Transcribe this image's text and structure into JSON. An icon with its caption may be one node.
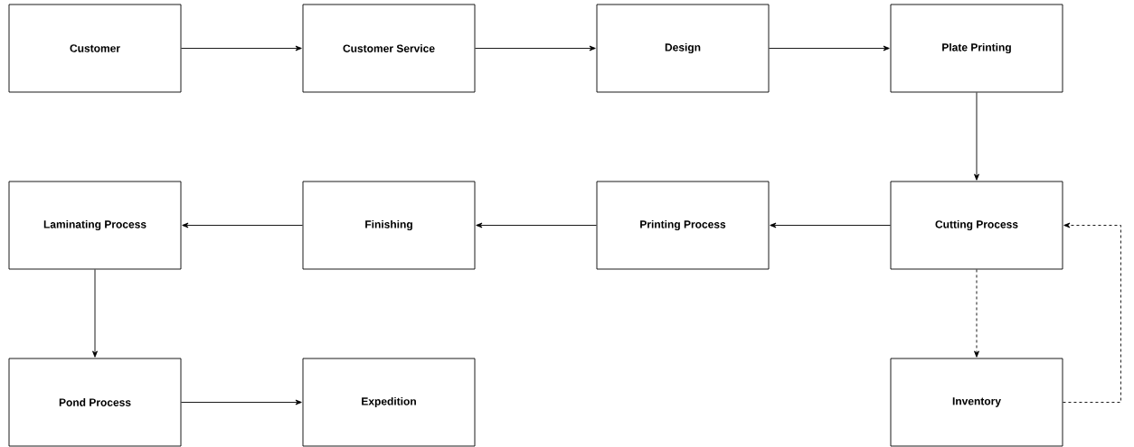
{
  "diagram": {
    "nodes": [
      {
        "text": [
          "Customer"
        ]
      },
      {
        "text": [
          "Customer Service"
        ]
      },
      {
        "text": [
          "Design"
        ]
      },
      {
        "text": [
          "Plate Printing"
        ]
      },
      {
        "text": [
          "Laminating Process"
        ]
      },
      {
        "text": [
          "Finishing"
        ]
      },
      {
        "text": [
          "Printing Process"
        ]
      },
      {
        "text": [
          "Cutting Process"
        ]
      },
      {
        "text": [
          "Pond Process"
        ]
      },
      {
        "text": [
          "Expedition"
        ]
      },
      {
        "text": [
          "Inventory"
        ]
      }
    ],
    "edges": [
      {
        "from": 0,
        "to": 1,
        "arrow": "to"
      },
      {
        "from": 1,
        "to": 2,
        "arrow": "to"
      },
      {
        "from": 2,
        "to": 3,
        "arrow": "to"
      },
      {
        "from": 3,
        "to": 7,
        "arrow": "to"
      },
      {
        "from": 7,
        "to": 6,
        "arrow": "to"
      },
      {
        "from": 6,
        "to": 5,
        "arrow": "to"
      },
      {
        "from": 5,
        "to": 4,
        "arrow": "to"
      },
      {
        "from": 4,
        "to": 8,
        "arrow": "to"
      },
      {
        "from": 8,
        "to": 9,
        "arrow": "to"
      },
      {
        "from": 7,
        "to": 10,
        "arrow": "to",
        "style": "dashed"
      },
      {
        "from": 10,
        "to": 7,
        "arrow": "to",
        "style": "dashed"
      }
    ]
  }
}
